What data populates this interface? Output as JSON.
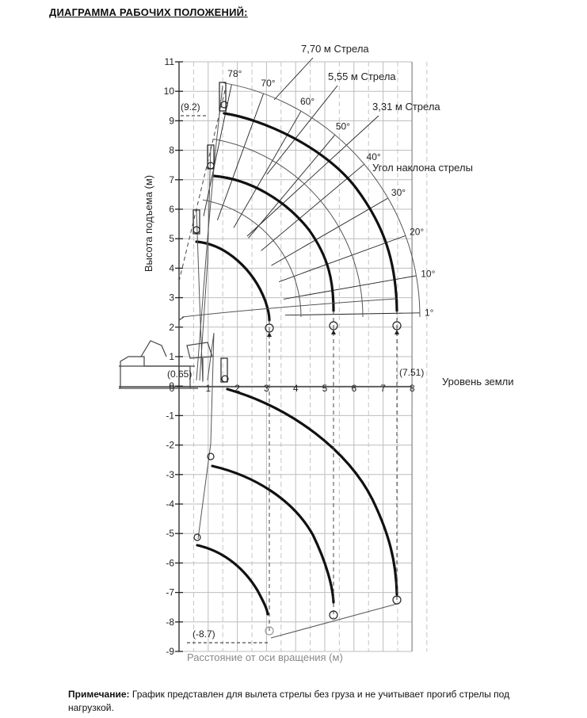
{
  "title": "ДИАГРАММА РАБОЧИХ ПОЛОЖЕНИЙ:",
  "diagram": {
    "y_axis_label": "Высота подъема (м)",
    "x_axis_label": "Расстояние от оси вращения (м)",
    "ground_label": "Уровень земли",
    "angle_label": "Угол наклона стрелы",
    "boom_labels": [
      "7,70 м Стрела",
      "5,55 м Стрела",
      "3,31 м Стрела"
    ],
    "x_ticks": [
      "0",
      "1",
      "2",
      "3",
      "4",
      "5",
      "6",
      "7",
      "8"
    ],
    "y_ticks": [
      "11",
      "10",
      "9",
      "8",
      "7",
      "6",
      "5",
      "4",
      "3",
      "2",
      "1",
      "0",
      "-1",
      "-2",
      "-3",
      "-4",
      "-5",
      "-6",
      "-7",
      "-8",
      "-9"
    ],
    "angles": [
      "78°",
      "70°",
      "60°",
      "50°",
      "40°",
      "30°",
      "20°",
      "10°",
      "1°"
    ],
    "annotations": [
      "(9.2)",
      "(0.65)",
      "(7.51)",
      "(-8.7)"
    ]
  },
  "note": {
    "prefix": "Примечание:",
    "text": " График представлен для вылета стрелы без груза и не учитывает прогиб стрелы под нагрузкой."
  }
}
